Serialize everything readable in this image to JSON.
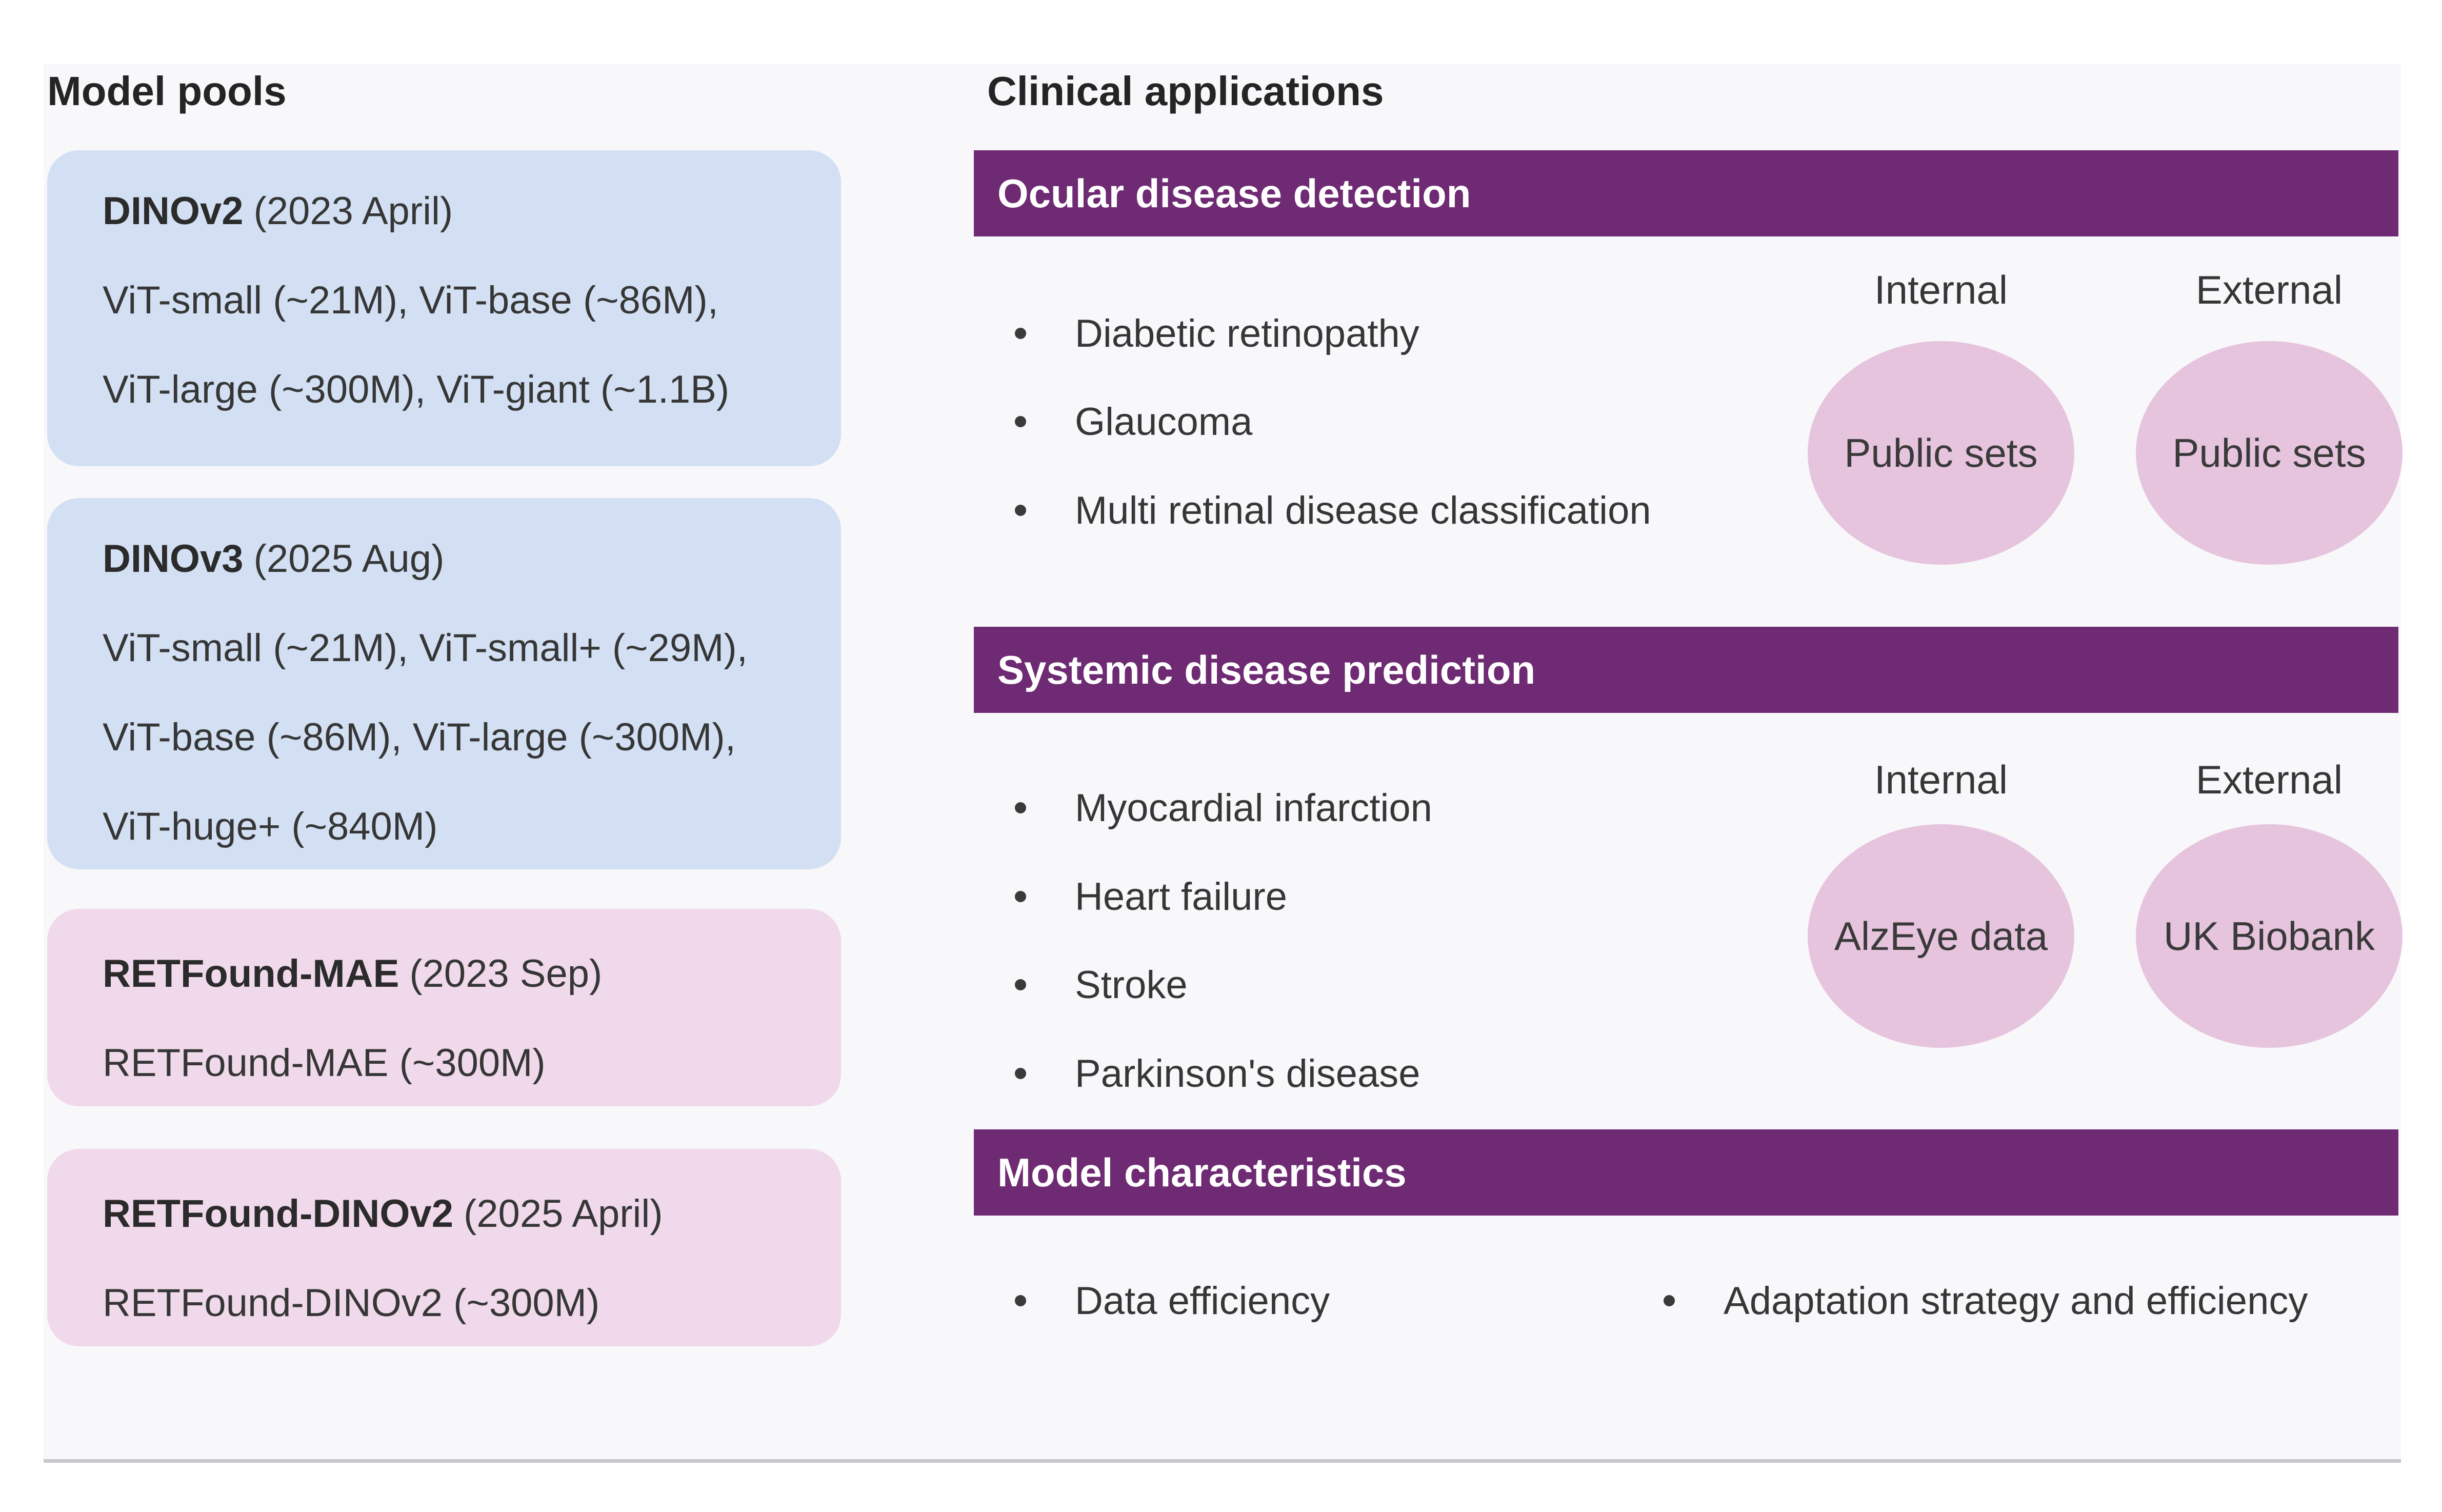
{
  "colors": {
    "canvas_bg": "#f8f8fb",
    "blue_box": "#d3e0f3",
    "pink_box": "#efd9ea",
    "ellipse_pink": "#e6c4dd",
    "purple_bar": "#6e2a72",
    "bar_text": "#ffffff",
    "text": "#363636",
    "title_text": "#242424",
    "divider": "#c7c7cb"
  },
  "left_column": {
    "title": "Model pools",
    "boxes": [
      {
        "title": "DINOv2",
        "date": "(2023 April)",
        "lines": [
          "ViT-small (~21M), ViT-base (~86M),",
          "ViT-large (~300M), ViT-giant (~1.1B)"
        ]
      },
      {
        "title": "DINOv3",
        "date": "(2025 Aug)",
        "lines": [
          "ViT-small (~21M), ViT-small+ (~29M),",
          "ViT-base (~86M), ViT-large (~300M),",
          "ViT-huge+ (~840M)"
        ]
      },
      {
        "title": "RETFound-MAE",
        "date": "(2023 Sep)",
        "lines": [
          "RETFound-MAE (~300M)"
        ]
      },
      {
        "title": "RETFound-DINOv2",
        "date": "(2025 April)",
        "lines": [
          "RETFound-DINOv2 (~300M)"
        ]
      }
    ]
  },
  "right_column": {
    "title": "Clinical applications",
    "sections": [
      {
        "header": "Ocular disease detection",
        "bullets": [
          "Diabetic retinopathy",
          "Glaucoma",
          "Multi retinal disease classification"
        ],
        "internal_label": "Internal",
        "external_label": "External",
        "internal_ellipse": "Public sets",
        "external_ellipse": "Public sets"
      },
      {
        "header": "Systemic disease prediction",
        "bullets": [
          "Myocardial infarction",
          "Heart failure",
          "Stroke",
          "Parkinson's disease"
        ],
        "internal_label": "Internal",
        "external_label": "External",
        "internal_ellipse": "AlzEye data",
        "external_ellipse": "UK Biobank"
      },
      {
        "header": "Model characteristics",
        "bullets": [
          "Data efficiency",
          "Adaptation strategy and efficiency"
        ]
      }
    ]
  }
}
